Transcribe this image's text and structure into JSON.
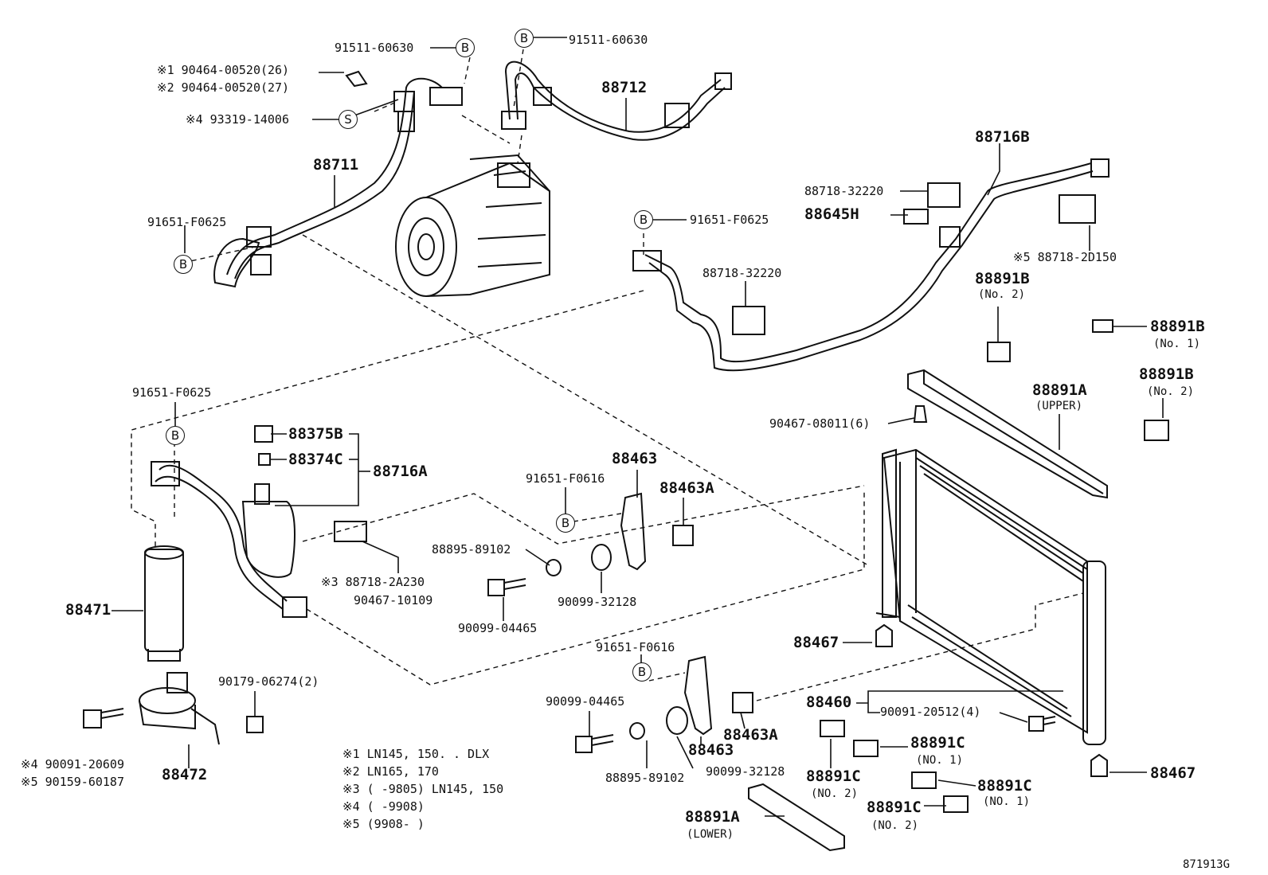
{
  "diagram_code": "871913G",
  "markers": {
    "b": "B",
    "s": "S"
  },
  "notes": [
    "※1  LN145, 150. . DLX",
    "※2  LN165, 170",
    "※3  (      -9805) LN145, 150",
    "※4  (      -9908)",
    "※5  (9908-       )"
  ],
  "labels": {
    "p91511_left": "91511-60630",
    "p91511_right": "91511-60630",
    "n1_90464": "※1  90464-00520(26)",
    "n2_90464": "※2  90464-00520(27)",
    "n4_93319": "※4  93319-14006",
    "p88711": "88711",
    "p88712": "88712",
    "p91651_a": "91651-F0625",
    "p91651_b": "91651-F0625",
    "p91651_c": "91651-F0625",
    "p88716B": "88716B",
    "p88718_32220_a": "88718-32220",
    "p88645H": "88645H",
    "n5_88718_2D150": "※5  88718-2D150",
    "p88718_32220_b": "88718-32220",
    "p88891B_a": "88891B",
    "p88891B_a_sub": "(No. 2)",
    "p88891B_b": "88891B",
    "p88891B_b_sub": "(No. 1)",
    "p88891B_c": "88891B",
    "p88891B_c_sub": "(No. 2)",
    "p88891A_upper": "88891A",
    "p88891A_upper_sub": "(UPPER)",
    "p90467_08011": "90467-08011(6)",
    "p88375B": "88375B",
    "p88374C": "88374C",
    "p88716A": "88716A",
    "p88463_top": "88463",
    "p91651_F0616_a": "91651-F0616",
    "p88463A_top": "88463A",
    "p88895_top": "88895-89102",
    "n3_88718_2A230": "※3  88718-2A230",
    "p90467_10109": "90467-10109",
    "p90099_32128_top": "90099-32128",
    "p90099_04465_top": "90099-04465",
    "p88471": "88471",
    "p88467_top": "88467",
    "p91651_F0616_b": "91651-F0616",
    "p90179": "90179-06274(2)",
    "p90099_04465_bot": "90099-04465",
    "p88460": "88460",
    "p90091_20512": "90091-20512(4)",
    "p88463_bot": "88463",
    "p88463A_bot": "88463A",
    "n4_90091": "※4  90091-20609",
    "n5_90159": "※5  90159-60187",
    "p88472": "88472",
    "p88895_bot": "88895-89102",
    "p90099_32128_bot": "90099-32128",
    "p88891C_a": "88891C",
    "p88891C_a_sub": "(NO. 1)",
    "p88891C_b": "88891C",
    "p88891C_b_sub": "(NO. 2)",
    "p88891C_c": "88891C",
    "p88891C_c_sub": "(NO. 1)",
    "p88891C_d": "88891C",
    "p88891C_d_sub": "(NO. 2)",
    "p88467_bot": "88467",
    "p88891A_lower": "88891A",
    "p88891A_lower_sub": "(LOWER)"
  }
}
